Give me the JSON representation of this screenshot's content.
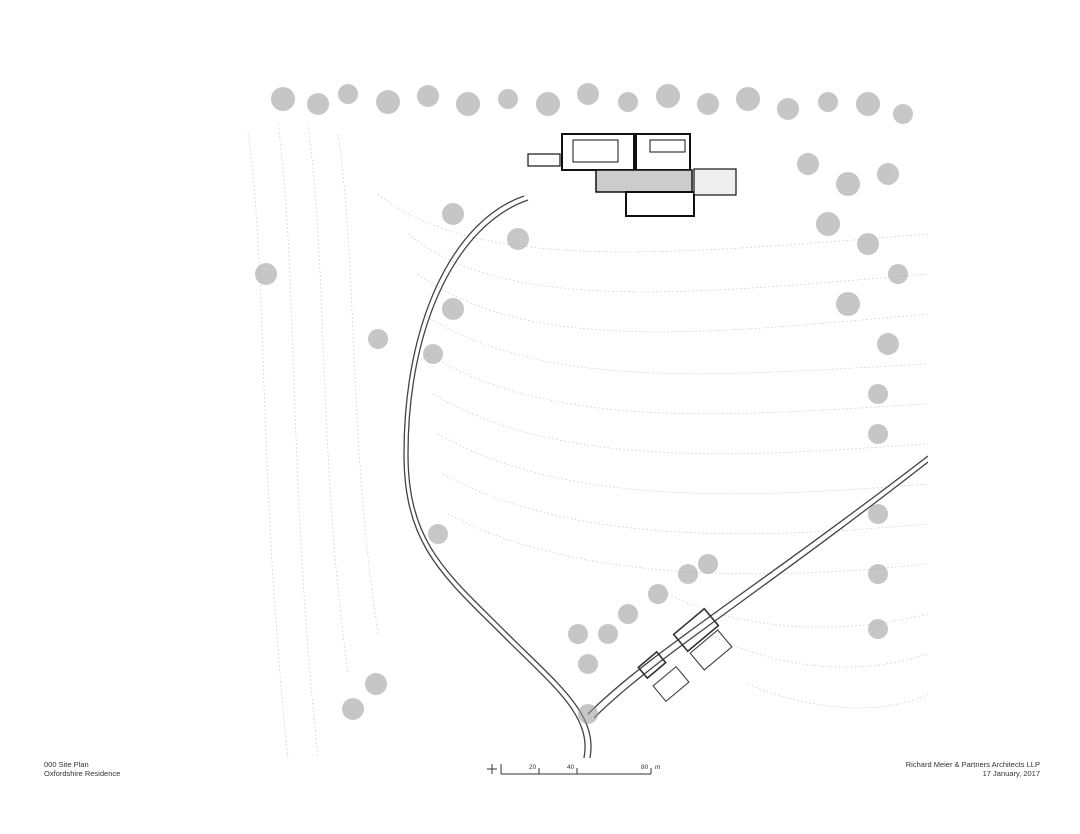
{
  "title_block": {
    "drawing_number_title": "000 Site Plan",
    "project": "Oxfordshire Residence",
    "firm": "Richard Meier & Partners Architects LLP",
    "date": "17 January, 2017"
  },
  "scale_bar": {
    "ticks": [
      "20",
      "40",
      "80"
    ],
    "unit": "m",
    "north_symbol": "north-arrow"
  },
  "plan": {
    "type": "site-plan",
    "features": [
      "main residence",
      "curving access drive",
      "contour lines",
      "tree clusters",
      "secondary buildings near entrance road"
    ]
  }
}
